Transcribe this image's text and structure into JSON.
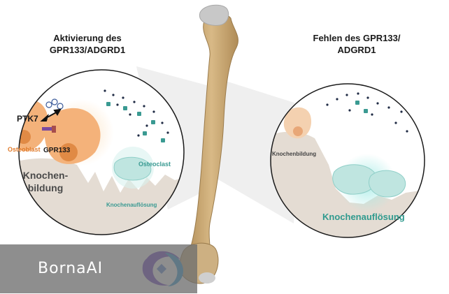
{
  "titles": {
    "left": "Aktivierung des GPR133/ADGRD1",
    "right": "Fehlen des GPR133/ ADGRD1"
  },
  "labels": {
    "ptk7": "PTK7",
    "osteoblast": "Osteoblast",
    "gpr133": "GPR133",
    "osteoclast": "Osteoclast",
    "knochenbildung_left": "Knochen- bildung",
    "knochenaufloesung_left": "Knochenauflösung",
    "knochenbildung_right": "Knochenbildung",
    "knochenaufloesung_right": "Knochenauflösung"
  },
  "watermark": {
    "text": "BornaAI"
  },
  "colors": {
    "bone": "#c8a876",
    "bone_dark": "#a88a5a",
    "bone_head": "#c9c9c9",
    "osteoblast": "#f4b27a",
    "osteoclast": "#bfe5e0",
    "tissue": "#e4dcd3",
    "pulse": "#3a9a92",
    "dots": "#1f2a44"
  },
  "icons": [
    "agonist-molecule-icon",
    "double-arrow-icon",
    "receptor-icon",
    "crescent-logo-icon"
  ]
}
